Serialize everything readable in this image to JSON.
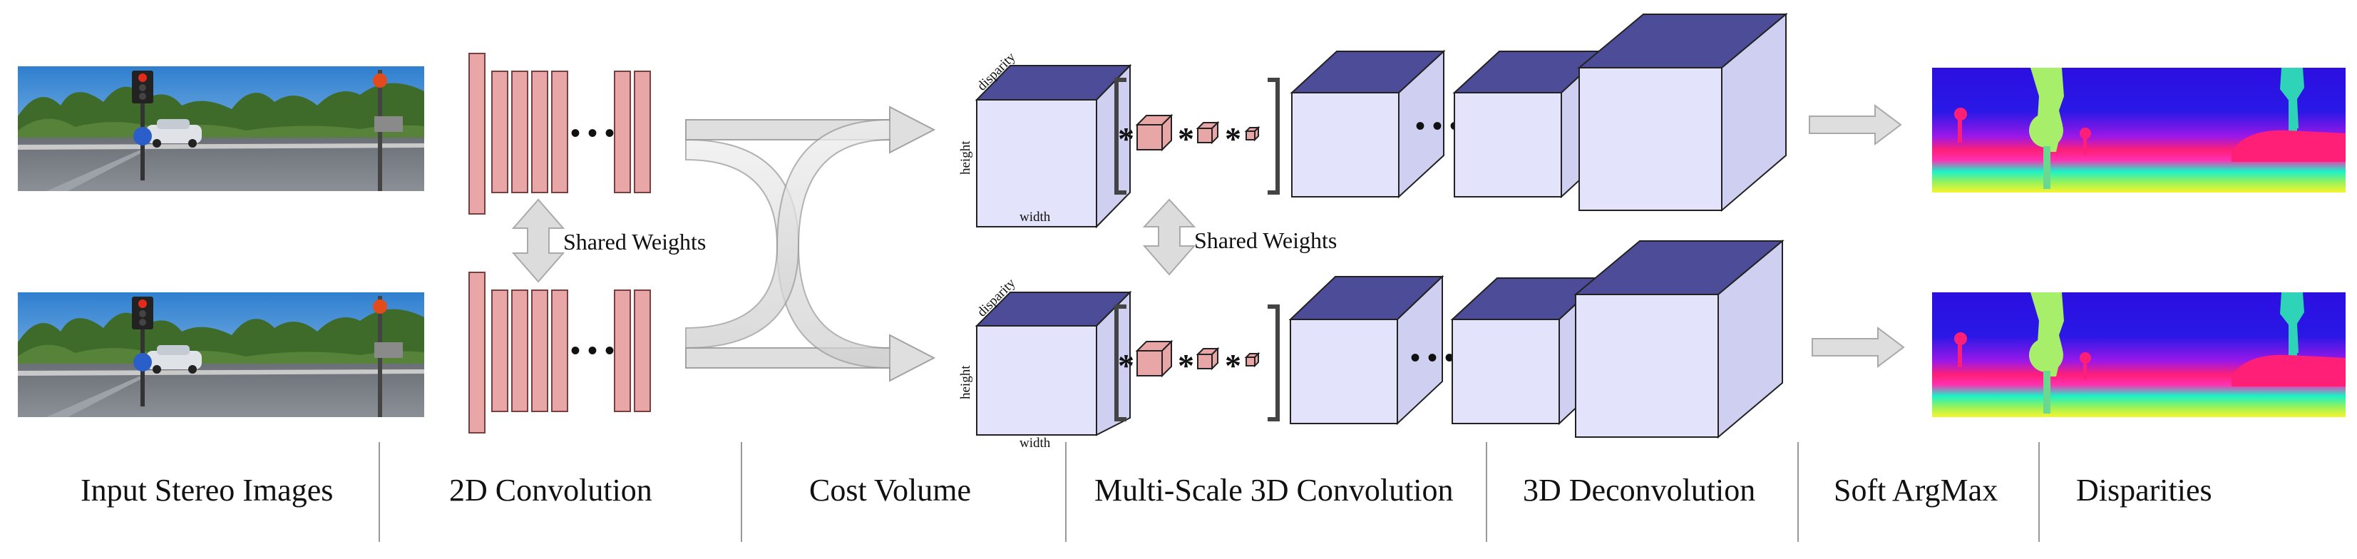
{
  "stages": [
    {
      "key": "input",
      "label": "Input Stereo Images"
    },
    {
      "key": "conv2d",
      "label": "2D Convolution"
    },
    {
      "key": "cost",
      "label": "Cost Volume"
    },
    {
      "key": "conv3d",
      "label": "Multi-Scale 3D Convolution"
    },
    {
      "key": "deconv3d",
      "label": "3D Deconvolution"
    },
    {
      "key": "softargmax",
      "label": "Soft ArgMax"
    },
    {
      "key": "disparities",
      "label": "Disparities"
    }
  ],
  "shared_weights_label": "Shared Weights",
  "cost_volume_axes": {
    "disparity": "disparity",
    "height": "height",
    "width": "width"
  },
  "ellipsis": "• • •",
  "conv_operator": "*",
  "colors": {
    "conv_filter": "#e8a6a6",
    "cube_front": "#e3e3fb",
    "cube_top": "#4c4c99",
    "cube_side": "#cfcff1",
    "arrow_fill": "#dedede",
    "divider": "#999999",
    "sky": "#4d95d8",
    "road": "#5b5f66",
    "disparity_far": "#1a25e6",
    "disparity_near": "#e8f52a",
    "tree_overlay": "#a8ef6a"
  }
}
